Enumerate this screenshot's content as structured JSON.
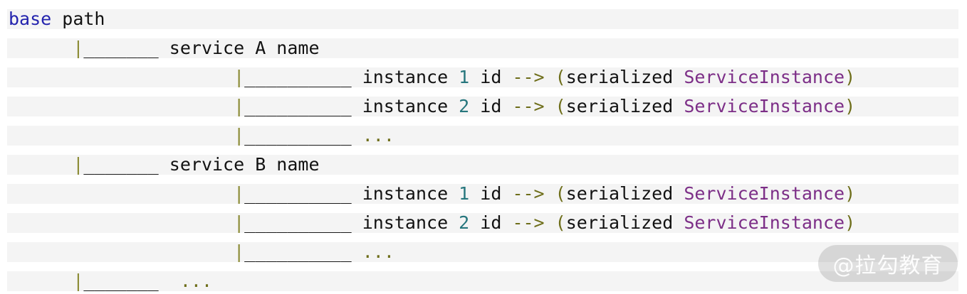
{
  "palette": {
    "keyword": "#2424ae",
    "text": "#121212",
    "number": "#26767d",
    "operator": "#6e6e1a",
    "pipe": "#8a8a33",
    "class": "#7c2e87",
    "stripe": "#f4f4f4"
  },
  "watermark": {
    "label": "@拉勾教育"
  },
  "code": {
    "lines": [
      {
        "segments": [
          {
            "text": "base",
            "color": "keyword"
          },
          {
            "text": " path",
            "color": "text"
          }
        ]
      },
      {
        "segments": [
          {
            "text": "      ",
            "color": "text"
          },
          {
            "text": "|",
            "color": "pipe"
          },
          {
            "text": "_______ service A name",
            "color": "text"
          }
        ]
      },
      {
        "segments": [
          {
            "text": "                     ",
            "color": "text"
          },
          {
            "text": "|",
            "color": "pipe"
          },
          {
            "text": "__________ instance ",
            "color": "text"
          },
          {
            "text": "1",
            "color": "number"
          },
          {
            "text": " id ",
            "color": "text"
          },
          {
            "text": "-->",
            "color": "operator"
          },
          {
            "text": " ",
            "color": "text"
          },
          {
            "text": "(",
            "color": "operator"
          },
          {
            "text": "serialized ",
            "color": "text"
          },
          {
            "text": "ServiceInstance",
            "color": "class"
          },
          {
            "text": ")",
            "color": "operator"
          }
        ]
      },
      {
        "segments": [
          {
            "text": "                     ",
            "color": "text"
          },
          {
            "text": "|",
            "color": "pipe"
          },
          {
            "text": "__________ instance ",
            "color": "text"
          },
          {
            "text": "2",
            "color": "number"
          },
          {
            "text": " id ",
            "color": "text"
          },
          {
            "text": "-->",
            "color": "operator"
          },
          {
            "text": " ",
            "color": "text"
          },
          {
            "text": "(",
            "color": "operator"
          },
          {
            "text": "serialized ",
            "color": "text"
          },
          {
            "text": "ServiceInstance",
            "color": "class"
          },
          {
            "text": ")",
            "color": "operator"
          }
        ]
      },
      {
        "segments": [
          {
            "text": "                     ",
            "color": "text"
          },
          {
            "text": "|",
            "color": "pipe"
          },
          {
            "text": "__________ ",
            "color": "text"
          },
          {
            "text": "...",
            "color": "operator"
          }
        ]
      },
      {
        "segments": [
          {
            "text": "      ",
            "color": "text"
          },
          {
            "text": "|",
            "color": "pipe"
          },
          {
            "text": "_______ service B name",
            "color": "text"
          }
        ]
      },
      {
        "segments": [
          {
            "text": "                     ",
            "color": "text"
          },
          {
            "text": "|",
            "color": "pipe"
          },
          {
            "text": "__________ instance ",
            "color": "text"
          },
          {
            "text": "1",
            "color": "number"
          },
          {
            "text": " id ",
            "color": "text"
          },
          {
            "text": "-->",
            "color": "operator"
          },
          {
            "text": " ",
            "color": "text"
          },
          {
            "text": "(",
            "color": "operator"
          },
          {
            "text": "serialized ",
            "color": "text"
          },
          {
            "text": "ServiceInstance",
            "color": "class"
          },
          {
            "text": ")",
            "color": "operator"
          }
        ]
      },
      {
        "segments": [
          {
            "text": "                     ",
            "color": "text"
          },
          {
            "text": "|",
            "color": "pipe"
          },
          {
            "text": "__________ instance ",
            "color": "text"
          },
          {
            "text": "2",
            "color": "number"
          },
          {
            "text": " id ",
            "color": "text"
          },
          {
            "text": "-->",
            "color": "operator"
          },
          {
            "text": " ",
            "color": "text"
          },
          {
            "text": "(",
            "color": "operator"
          },
          {
            "text": "serialized ",
            "color": "text"
          },
          {
            "text": "ServiceInstance",
            "color": "class"
          },
          {
            "text": ")",
            "color": "operator"
          }
        ]
      },
      {
        "segments": [
          {
            "text": "                     ",
            "color": "text"
          },
          {
            "text": "|",
            "color": "pipe"
          },
          {
            "text": "__________ ",
            "color": "text"
          },
          {
            "text": "...",
            "color": "operator"
          }
        ]
      },
      {
        "segments": [
          {
            "text": "      ",
            "color": "text"
          },
          {
            "text": "|",
            "color": "pipe"
          },
          {
            "text": "_______  ",
            "color": "text"
          },
          {
            "text": "...",
            "color": "operator"
          }
        ]
      }
    ]
  }
}
